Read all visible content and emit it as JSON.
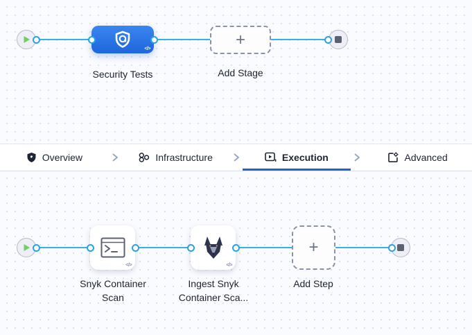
{
  "colors": {
    "stage_gradient_top": "#3a86ef",
    "stage_gradient_bottom": "#1e66dc",
    "edge_blue": "#36b0e7",
    "port_ring_blue": "#29a2e2",
    "active_tab_underline": "#2565c2",
    "play_green": "#6fcf62",
    "stop_gray": "#5b6170",
    "canvas_background": "#fafbfe"
  },
  "icons": {
    "start": "play-icon",
    "end": "stop-icon",
    "stage": "shield-scan-icon",
    "add": "plus-icon",
    "step1": "terminal-icon",
    "step2": "snyk-dog-icon",
    "tab0": "shield-icon",
    "tab1": "infrastructure-nodes-icon",
    "tab2": "execution-play-icon",
    "tab3": "advanced-gear-doc-icon",
    "separator": "chevron-right-icon"
  },
  "glyphs": {
    "plus": "+",
    "code_symbol": "</>"
  },
  "top_pipeline": {
    "stage_label": "Security Tests",
    "add_stage_label": "Add Stage"
  },
  "tabs": {
    "items": [
      {
        "label": "Overview",
        "active": false
      },
      {
        "label": "Infrastructure",
        "active": false
      },
      {
        "label": "Execution",
        "active": true
      },
      {
        "label": "Advanced",
        "active": false
      }
    ]
  },
  "bottom_pipeline": {
    "steps": [
      {
        "label_lines": [
          "Snyk Container",
          "Scan"
        ]
      },
      {
        "label_lines": [
          "Ingest Snyk",
          "Container Sca..."
        ]
      }
    ],
    "add_step_label": "Add Step"
  }
}
